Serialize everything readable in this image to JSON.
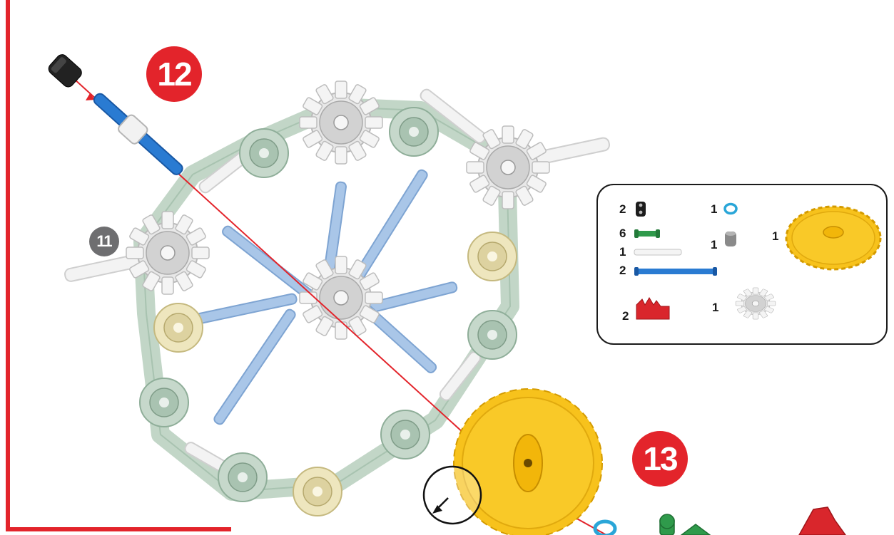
{
  "steps": {
    "step_12": "12",
    "step_13": "13",
    "step_11": "11"
  },
  "colors": {
    "accent_red": "#e3242b",
    "step11_gray": "#6e6e70",
    "connector_green": "#bcd3c3",
    "connector_cream": "#ece4bc",
    "rod_blue": "#a8c6e8",
    "gear_yellow": "#f7c21c",
    "rod_blue_dark": "#1f6fc8"
  },
  "parts_list": {
    "items": [
      {
        "qty": "2",
        "icon": "black-bushing-icon"
      },
      {
        "qty": "6",
        "icon": "green-short-rod-icon"
      },
      {
        "qty": "1",
        "icon": "white-rod-icon"
      },
      {
        "qty": "2",
        "icon": "blue-rod-icon"
      },
      {
        "qty": "2",
        "icon": "red-connector-icon"
      },
      {
        "qty": "1",
        "icon": "blue-ring-icon"
      },
      {
        "qty": "1",
        "icon": "gray-spacer-icon"
      },
      {
        "qty": "1",
        "icon": "gray-hub-connector-icon"
      },
      {
        "qty": "1",
        "icon": "yellow-gear-icon"
      }
    ]
  }
}
